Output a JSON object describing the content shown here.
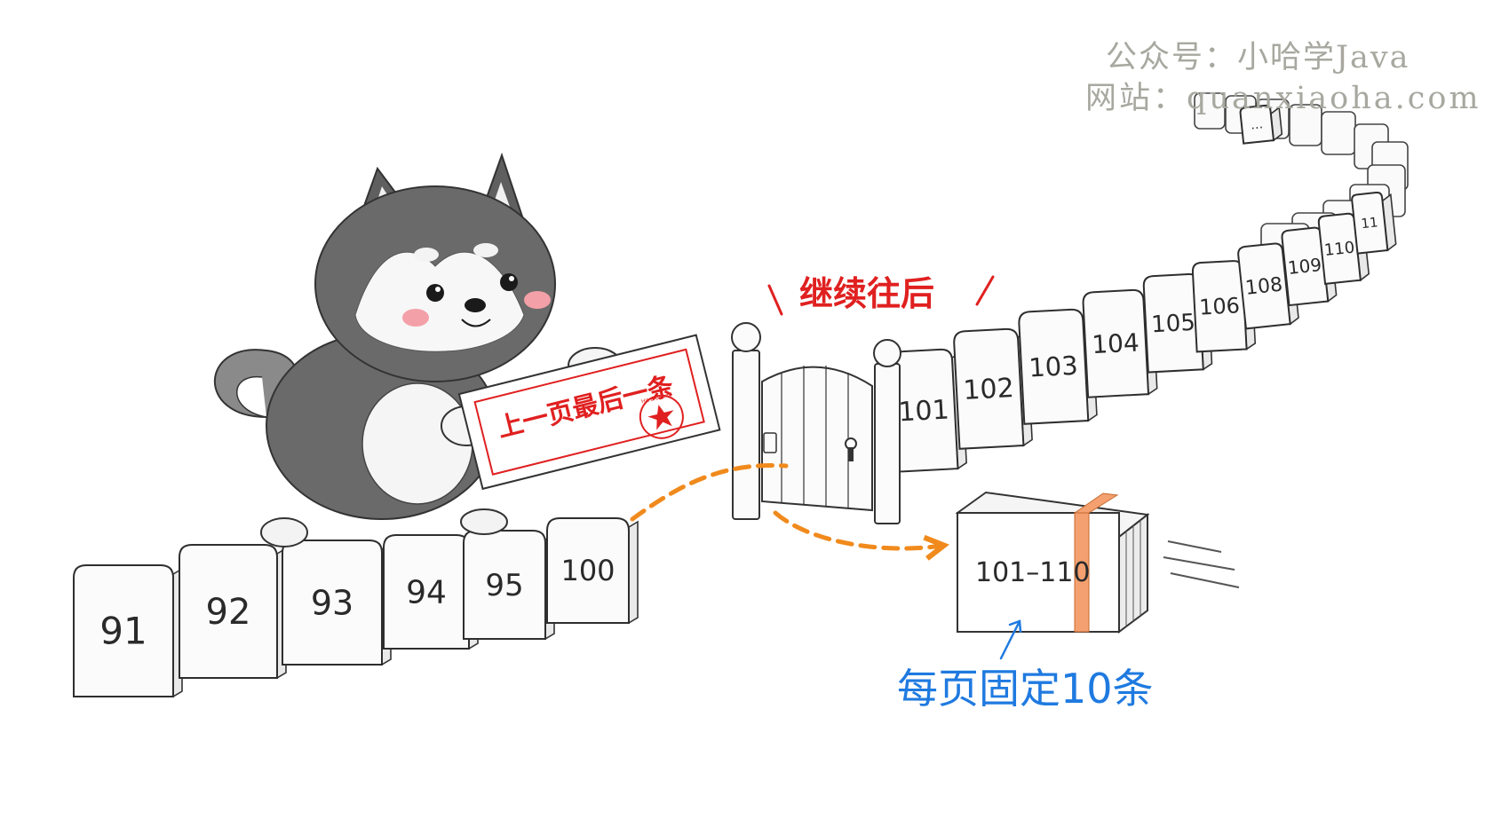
{
  "watermark": {
    "line1": "公众号：小哈学Java",
    "line2": "网站：quanxiaoha.com"
  },
  "front_stones": [
    "91",
    "92",
    "93",
    "94",
    "95",
    "100"
  ],
  "ticket": {
    "text": "上一页最后一条",
    "stamp_text": "Hit a Beam!"
  },
  "continue_label": "继续往后",
  "back_stones": [
    "101",
    "102",
    "103",
    "104",
    "105",
    "106",
    "108",
    "109",
    "110",
    "11",
    "…"
  ],
  "package": {
    "label": "101–110"
  },
  "page_size_label": "每页固定10条",
  "colors": {
    "accent_orange": "#f08a1c",
    "label_red": "#e02020",
    "label_blue": "#1f7ae0",
    "ink": "#2a2a2a"
  },
  "icons": [
    "husky-icon",
    "star-icon",
    "keyhole-icon",
    "dashed-arrow-icon"
  ]
}
